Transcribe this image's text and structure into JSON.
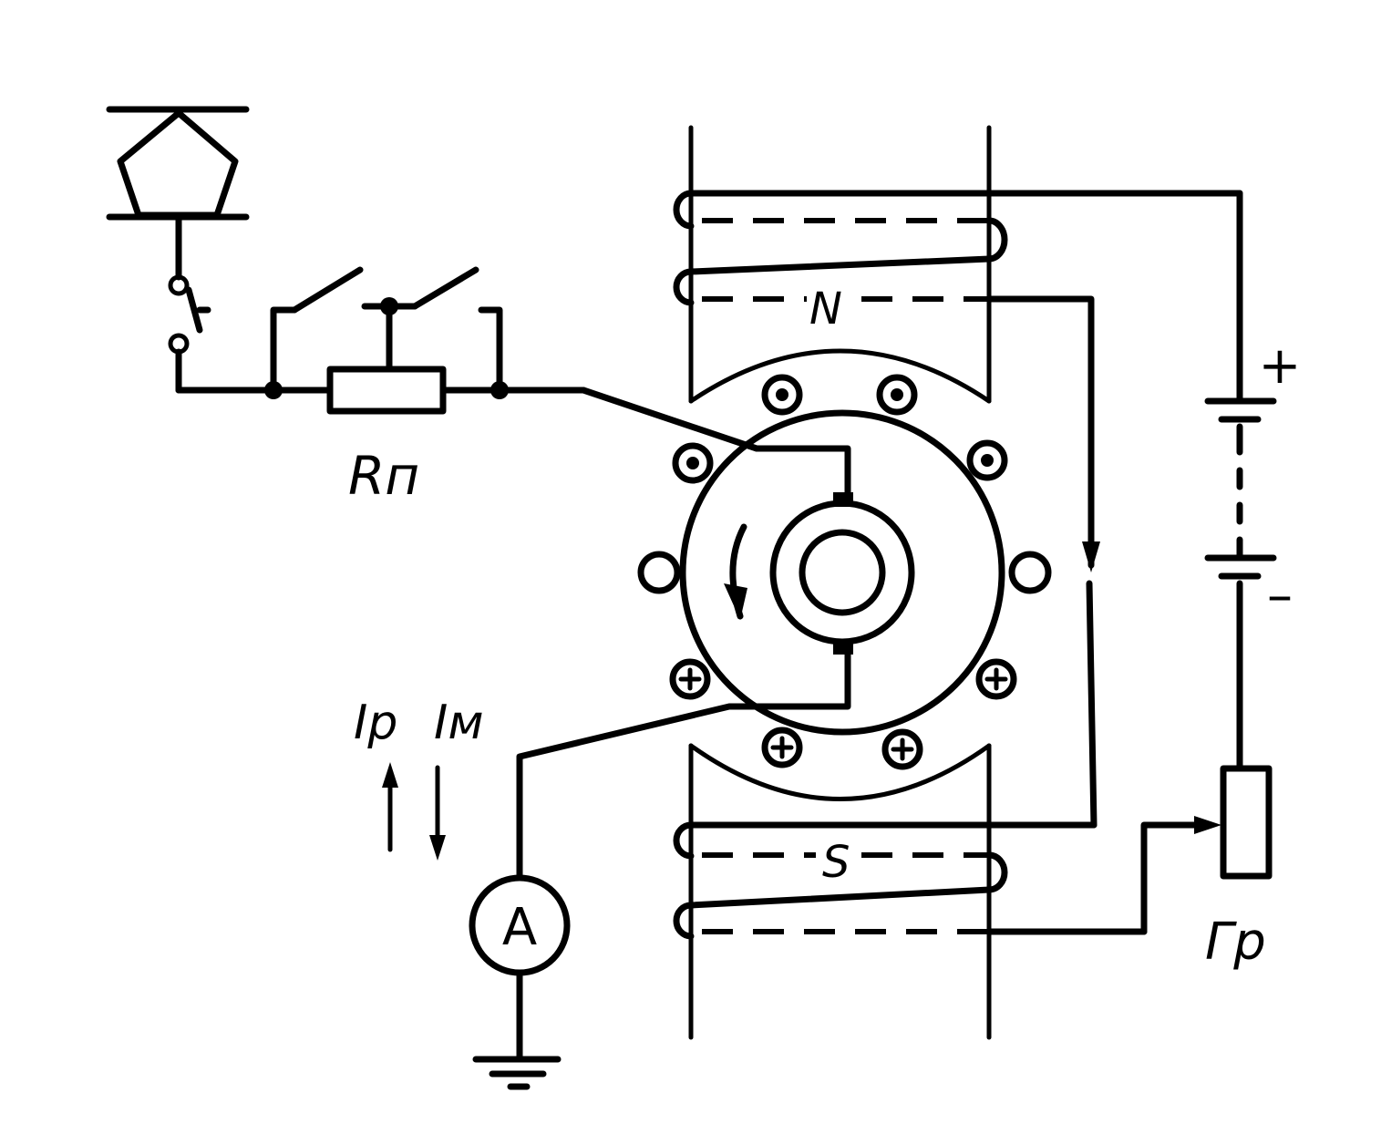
{
  "labels": {
    "resistor": "Rп",
    "north_pole": "N",
    "south_pole": "S",
    "rheostat": "Гр",
    "ammeter": "A",
    "current_ip": "Iр",
    "current_im": "Iм",
    "plus": "+",
    "minus": "–"
  },
  "colors": {
    "ink": "#000000",
    "background": "#ffffff"
  }
}
